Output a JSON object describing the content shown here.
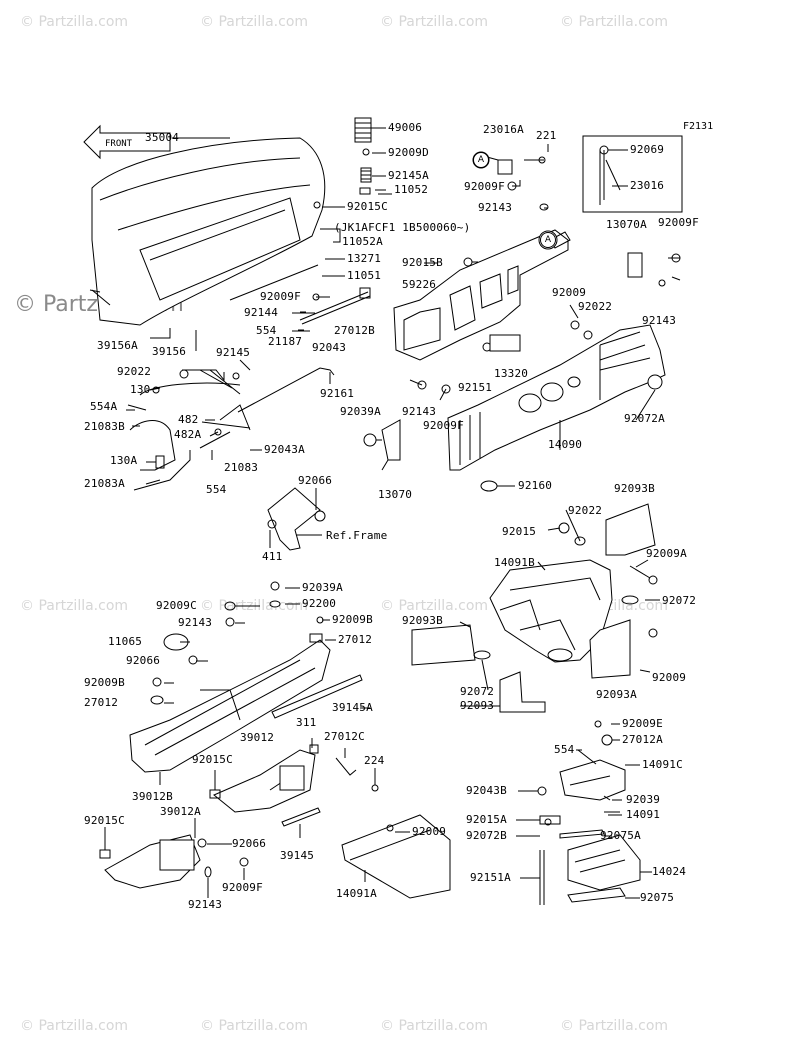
{
  "figure_code": "F2131",
  "watermark": "© Partzilla.com",
  "front_marker": "FRONT",
  "ref_frame": "Ref.Frame",
  "serial_note": "(JK1AFCF1 1B500060~)",
  "marker_a": "A",
  "labels": [
    {
      "id": "35004",
      "text": "35004"
    },
    {
      "id": "49006",
      "text": "49006"
    },
    {
      "id": "92009D",
      "text": "92009D"
    },
    {
      "id": "92145A",
      "text": "92145A"
    },
    {
      "id": "11052",
      "text": "11052"
    },
    {
      "id": "92015C-top",
      "text": "92015C"
    },
    {
      "id": "11052A",
      "text": "11052A"
    },
    {
      "id": "13271",
      "text": "13271"
    },
    {
      "id": "11051",
      "text": "11051"
    },
    {
      "id": "92009F-a",
      "text": "92009F"
    },
    {
      "id": "92144",
      "text": "92144"
    },
    {
      "id": "554-a",
      "text": "554"
    },
    {
      "id": "27012B",
      "text": "27012B"
    },
    {
      "id": "92043",
      "text": "92043"
    },
    {
      "id": "39156A",
      "text": "39156A"
    },
    {
      "id": "39156",
      "text": "39156"
    },
    {
      "id": "23016A",
      "text": "23016A"
    },
    {
      "id": "221",
      "text": "221"
    },
    {
      "id": "92009F-b",
      "text": "92009F"
    },
    {
      "id": "92143-a",
      "text": "92143"
    },
    {
      "id": "92069",
      "text": "92069"
    },
    {
      "id": "23016",
      "text": "23016"
    },
    {
      "id": "13070A",
      "text": "13070A"
    },
    {
      "id": "92009F-c",
      "text": "92009F"
    },
    {
      "id": "92143-b",
      "text": "92143"
    },
    {
      "id": "92015B",
      "text": "92015B"
    },
    {
      "id": "59226",
      "text": "59226"
    },
    {
      "id": "92009-a",
      "text": "92009"
    },
    {
      "id": "92022-a",
      "text": "92022"
    },
    {
      "id": "13320",
      "text": "13320"
    },
    {
      "id": "92151",
      "text": "92151"
    },
    {
      "id": "92143-c",
      "text": "92143"
    },
    {
      "id": "92009F-d",
      "text": "92009F"
    },
    {
      "id": "92072A",
      "text": "92072A"
    },
    {
      "id": "14090",
      "text": "14090"
    },
    {
      "id": "92160",
      "text": "92160"
    },
    {
      "id": "92022-b",
      "text": "92022"
    },
    {
      "id": "92145",
      "text": "92145"
    },
    {
      "id": "21187",
      "text": "21187"
    },
    {
      "id": "130",
      "text": "130"
    },
    {
      "id": "554A",
      "text": "554A"
    },
    {
      "id": "21083B",
      "text": "21083B"
    },
    {
      "id": "92161",
      "text": "92161"
    },
    {
      "id": "482",
      "text": "482"
    },
    {
      "id": "482A",
      "text": "482A"
    },
    {
      "id": "92043A",
      "text": "92043A"
    },
    {
      "id": "130A",
      "text": "130A"
    },
    {
      "id": "21083",
      "text": "21083"
    },
    {
      "id": "21083A",
      "text": "21083A"
    },
    {
      "id": "554-b",
      "text": "554"
    },
    {
      "id": "92039A-a",
      "text": "92039A"
    },
    {
      "id": "13070",
      "text": "13070"
    },
    {
      "id": "92066-a",
      "text": "92066"
    },
    {
      "id": "411",
      "text": "411"
    },
    {
      "id": "92093B",
      "text": "92093B"
    },
    {
      "id": "92015",
      "text": "92015"
    },
    {
      "id": "92022-c",
      "text": "92022"
    },
    {
      "id": "92009A",
      "text": "92009A"
    },
    {
      "id": "14091B",
      "text": "14091B"
    },
    {
      "id": "92072-a",
      "text": "92072"
    },
    {
      "id": "92093B-b",
      "text": "92093B"
    },
    {
      "id": "92009-b",
      "text": "92009"
    },
    {
      "id": "92072-b",
      "text": "92072"
    },
    {
      "id": "92093",
      "text": "92093"
    },
    {
      "id": "92093A",
      "text": "92093A"
    },
    {
      "id": "92039A-b",
      "text": "92039A"
    },
    {
      "id": "92009C",
      "text": "92009C"
    },
    {
      "id": "92200",
      "text": "92200"
    },
    {
      "id": "92143-d",
      "text": "92143"
    },
    {
      "id": "92009B-a",
      "text": "92009B"
    },
    {
      "id": "27012",
      "text": "27012"
    },
    {
      "id": "11065",
      "text": "11065"
    },
    {
      "id": "92066-b",
      "text": "92066"
    },
    {
      "id": "92009B-b",
      "text": "92009B"
    },
    {
      "id": "27012-b",
      "text": "27012"
    },
    {
      "id": "39145A",
      "text": "39145A"
    },
    {
      "id": "311",
      "text": "311"
    },
    {
      "id": "39012",
      "text": "39012"
    },
    {
      "id": "27012C",
      "text": "27012C"
    },
    {
      "id": "224",
      "text": "224"
    },
    {
      "id": "92015C-b",
      "text": "92015C"
    },
    {
      "id": "39012B",
      "text": "39012B"
    },
    {
      "id": "39012A",
      "text": "39012A"
    },
    {
      "id": "92015C-c",
      "text": "92015C"
    },
    {
      "id": "92066-c",
      "text": "92066"
    },
    {
      "id": "39145",
      "text": "39145"
    },
    {
      "id": "92009F-e",
      "text": "92009F"
    },
    {
      "id": "92143-e",
      "text": "92143"
    },
    {
      "id": "92009-c",
      "text": "92009"
    },
    {
      "id": "14091A",
      "text": "14091A"
    },
    {
      "id": "92009E",
      "text": "92009E"
    },
    {
      "id": "554-c",
      "text": "554"
    },
    {
      "id": "27012A",
      "text": "27012A"
    },
    {
      "id": "14091C",
      "text": "14091C"
    },
    {
      "id": "92043B",
      "text": "92043B"
    },
    {
      "id": "92039",
      "text": "92039"
    },
    {
      "id": "14091",
      "text": "14091"
    },
    {
      "id": "92015A",
      "text": "92015A"
    },
    {
      "id": "92072B",
      "text": "92072B"
    },
    {
      "id": "92075A",
      "text": "92075A"
    },
    {
      "id": "92151A",
      "text": "92151A"
    },
    {
      "id": "14024",
      "text": "14024"
    },
    {
      "id": "92075",
      "text": "92075"
    }
  ]
}
